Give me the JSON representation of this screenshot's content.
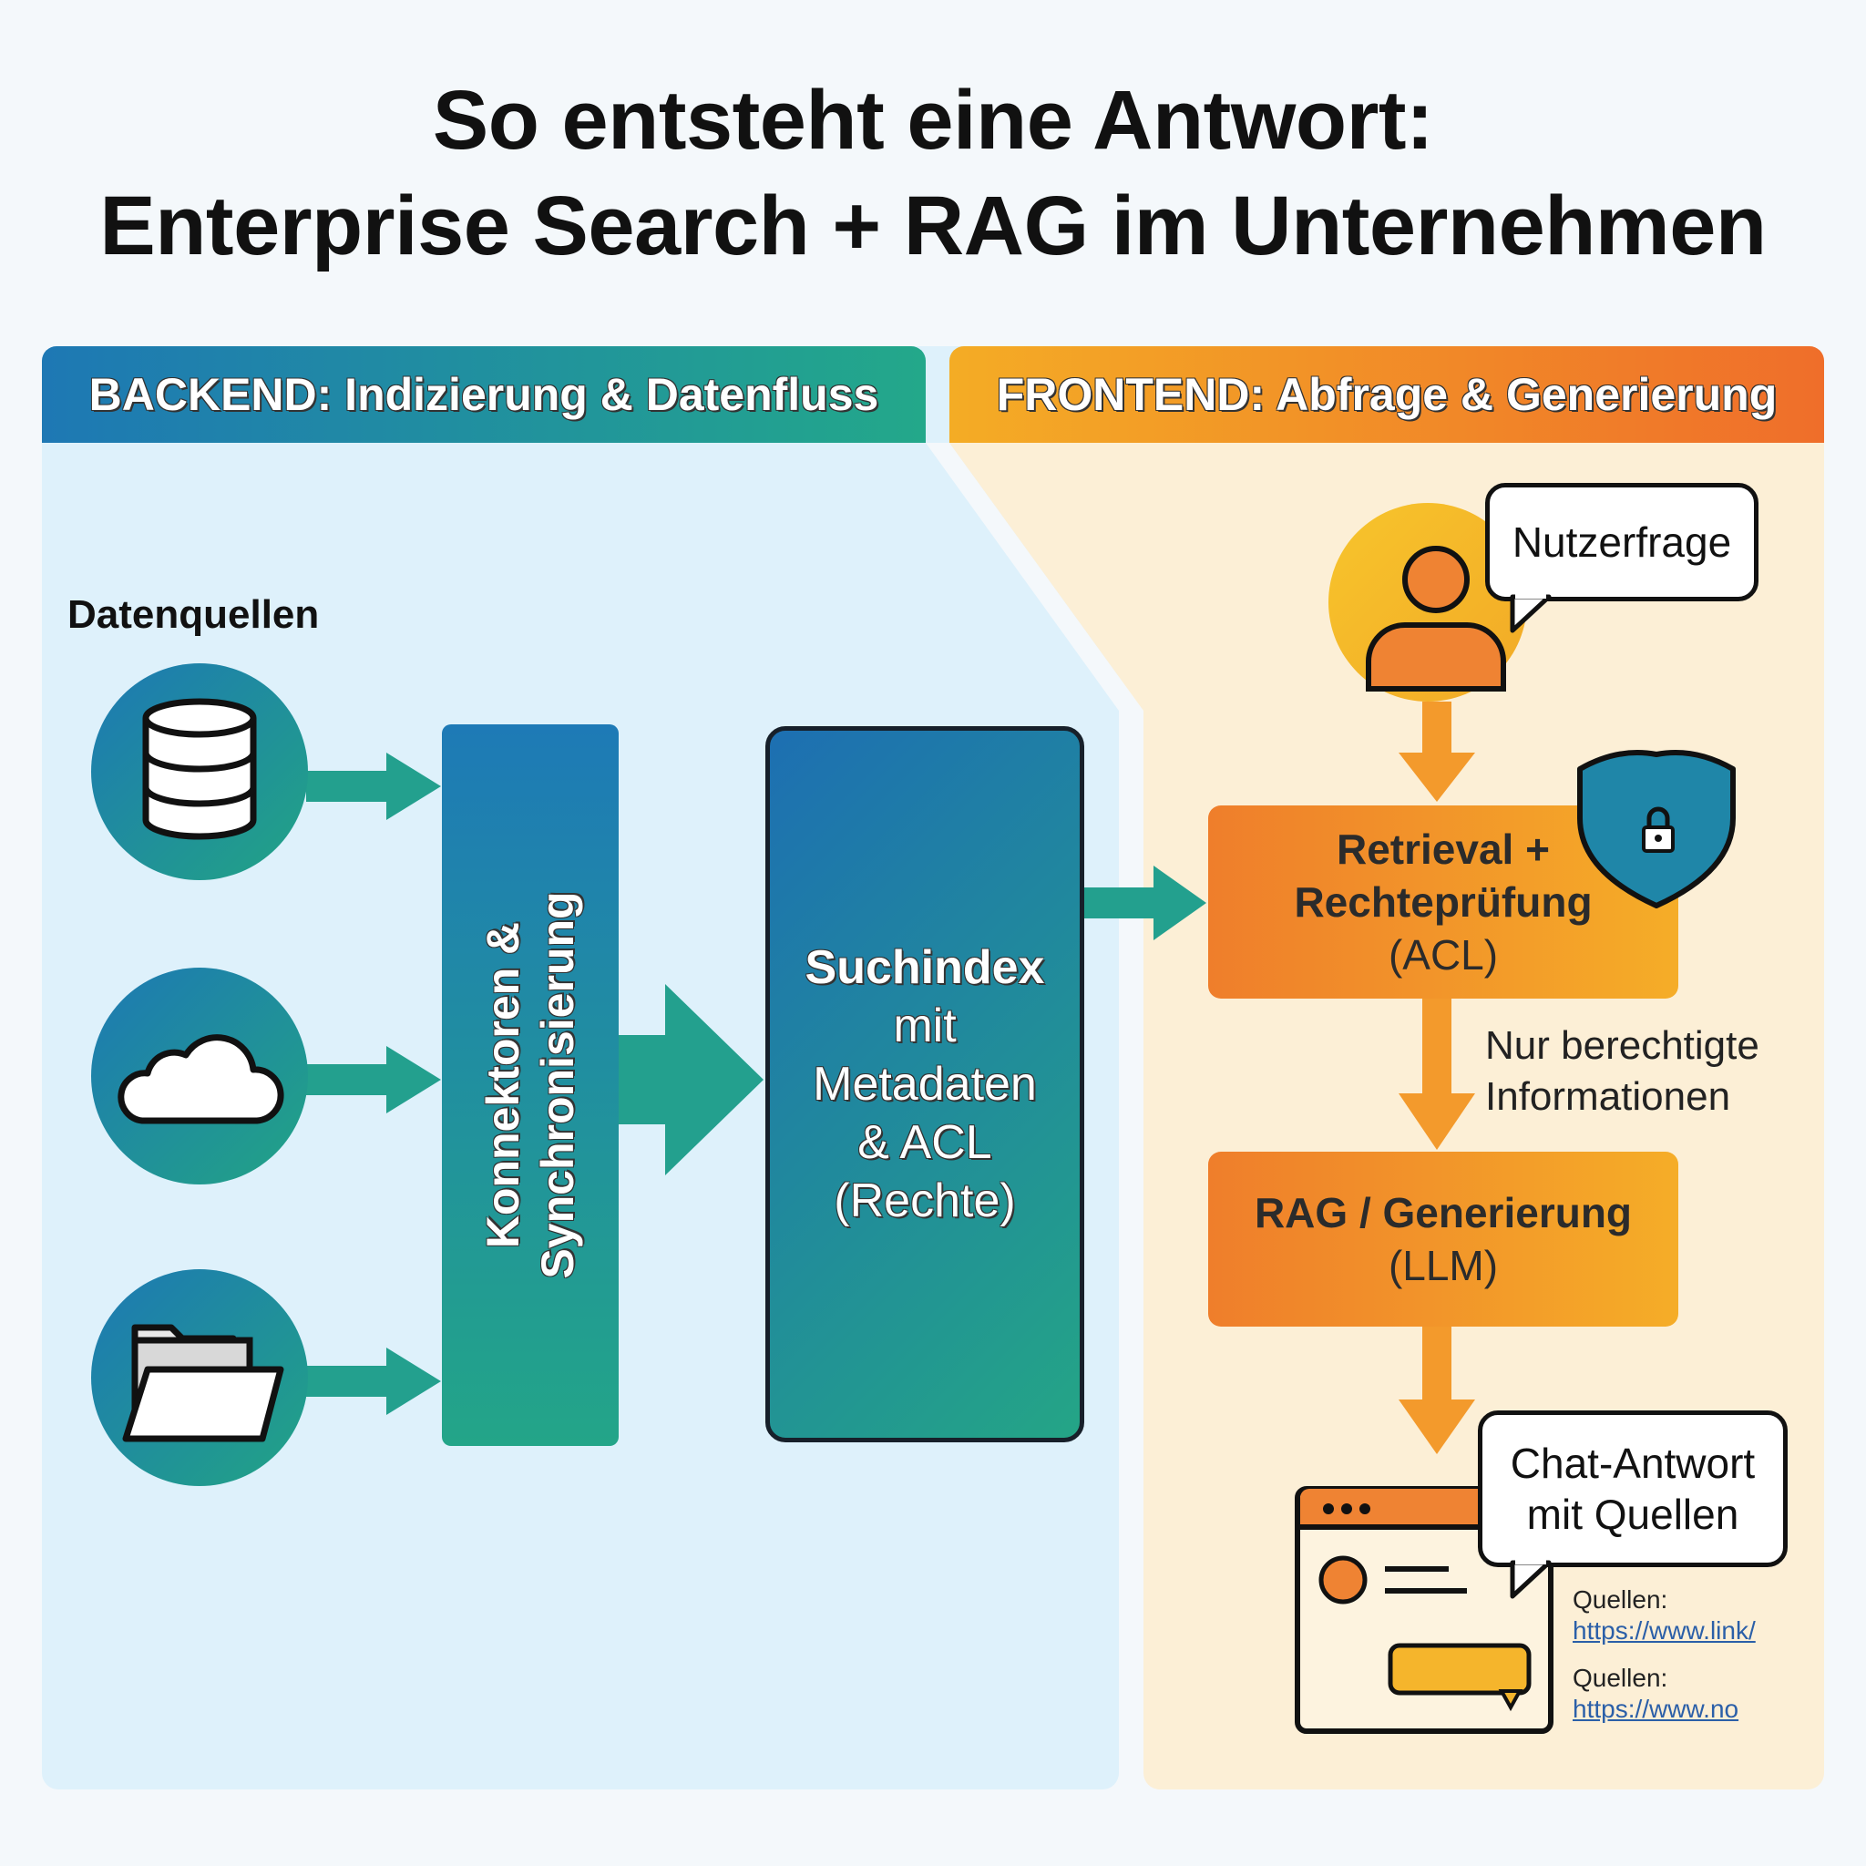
{
  "title": {
    "line1": "So entsteht eine Antwort:",
    "line2": "Enterprise Search + RAG im Unternehmen"
  },
  "backend": {
    "header": "BACKEND: Indizierung & Datenfluss",
    "sources_label": "Datenquellen",
    "sources": [
      {
        "icon": "database-icon"
      },
      {
        "icon": "cloud-icon"
      },
      {
        "icon": "folder-icon"
      }
    ],
    "connector": {
      "line1": "Konnektoren &",
      "line2": "Synchronisierung"
    },
    "index": {
      "line1": "Suchindex",
      "line2": "mit",
      "line3": "Metadaten",
      "line4": "& ACL",
      "line5": "(Rechte)"
    }
  },
  "frontend": {
    "header": "FRONTEND: Abfrage & Generierung",
    "user_query": "Nutzerfrage",
    "retrieval": {
      "line1": "Retrieval +",
      "line2": "Rechteprüfung",
      "line3": "(ACL)"
    },
    "filter_note": {
      "line1": "Nur berechtigte",
      "line2": "Informationen"
    },
    "rag": {
      "line1": "RAG / Generierung",
      "line2": "(LLM)"
    },
    "answer": {
      "line1": "Chat-Antwort",
      "line2": "mit Quellen"
    },
    "sources": [
      {
        "label": "Quellen:",
        "link": "https://www.link/"
      },
      {
        "label": "Quellen:",
        "link": "https://www.no"
      }
    ]
  },
  "colors": {
    "backend_start": "#1e78b4",
    "backend_end": "#23a88a",
    "frontend_start": "#f4ac25",
    "frontend_end": "#ef6e2a",
    "arrow_teal": "#23a08e",
    "arrow_orange": "#f39a2c"
  }
}
